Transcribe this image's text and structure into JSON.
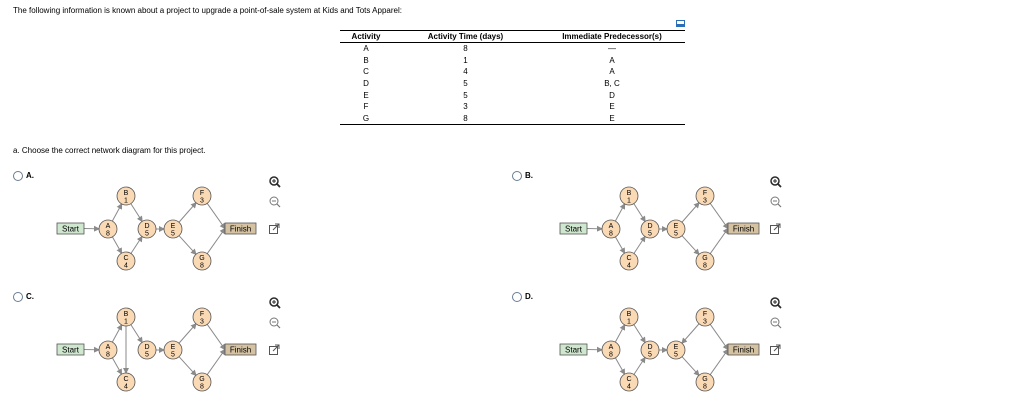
{
  "intro": "The following information is known about a project to upgrade a point-of-sale system at Kids and Tots Apparel:",
  "table": {
    "headers": [
      "Activity",
      "Activity Time (days)",
      "Immediate Predecessor(s)"
    ],
    "rows": [
      [
        "A",
        "8",
        "—"
      ],
      [
        "B",
        "1",
        "A"
      ],
      [
        "C",
        "4",
        "A"
      ],
      [
        "D",
        "5",
        "B, C"
      ],
      [
        "E",
        "5",
        "D"
      ],
      [
        "F",
        "3",
        "E"
      ],
      [
        "G",
        "8",
        "E"
      ]
    ]
  },
  "question": "a. Choose the correct network diagram for this project.",
  "options": [
    {
      "letter": "A.",
      "variant": "A"
    },
    {
      "letter": "B.",
      "variant": "B"
    },
    {
      "letter": "C.",
      "variant": "C"
    },
    {
      "letter": "D.",
      "variant": "D"
    }
  ],
  "diagram_labels": {
    "start": "Start",
    "finish": "Finish"
  },
  "nodes": [
    {
      "id": "A",
      "time": "8"
    },
    {
      "id": "B",
      "time": "1"
    },
    {
      "id": "C",
      "time": "4"
    },
    {
      "id": "D",
      "time": "5"
    },
    {
      "id": "E",
      "time": "5"
    },
    {
      "id": "F",
      "time": "3"
    },
    {
      "id": "G",
      "time": "8"
    }
  ],
  "tool_icons": [
    "zoom-in-icon",
    "zoom-out-icon",
    "popout-icon"
  ],
  "colors": {
    "node_fill": "#fad9b5",
    "start_fill": "#cfe6cf",
    "finish_fill": "#d4c2a2",
    "arrow": "#8a8a8a",
    "radio_border": "#6a7d92"
  }
}
